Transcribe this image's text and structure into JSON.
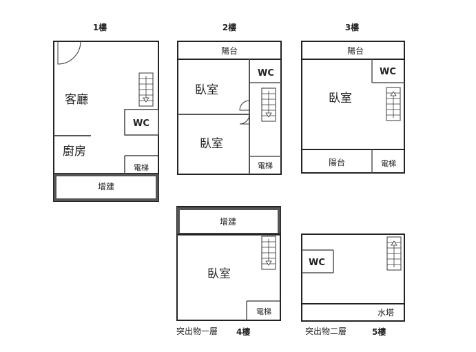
{
  "floors": {
    "f1": {
      "title": "1樓",
      "living": "客廳",
      "kitchen": "廚房",
      "wc": "WC",
      "elevator": "電梯",
      "extension": "增建"
    },
    "f2": {
      "title": "2樓",
      "balcony": "陽台",
      "bedroom_top": "臥室",
      "bedroom_bottom": "臥室",
      "wc": "WC",
      "elevator": "電梯"
    },
    "f3": {
      "title": "3樓",
      "balcony_top": "陽台",
      "bedroom": "臥室",
      "wc": "WC",
      "balcony_bottom": "陽台",
      "elevator": "電梯"
    },
    "f4": {
      "extension": "增建",
      "bedroom": "臥室",
      "elevator": "電梯",
      "caption": "突出物一層",
      "floor_label": "4樓"
    },
    "f5": {
      "wc": "WC",
      "water_tank": "水塔",
      "caption": "突出物二層",
      "floor_label": "5樓"
    }
  }
}
